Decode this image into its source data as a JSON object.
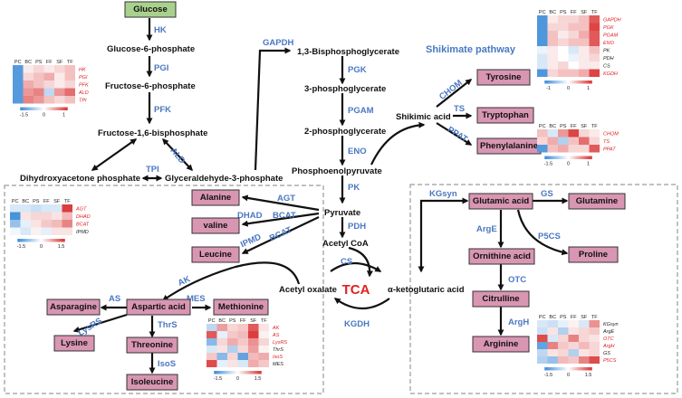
{
  "metabolites": {
    "glucose": "Glucose",
    "glucose_6_phosphate": "Glucose-6-phosphate",
    "fructose_6_phosphate": "Fructose-6-phosphate",
    "fructose_1_6_bisphosphate": "Fructose-1,6-bisphosphate",
    "dihydroxyacetone_phosphate": "Dihydroxyacetone phosphate",
    "glyceraldehyde_3_phosphate": "Glyceraldehyde-3-phosphate",
    "bisphosphoglycerate": "1,3-Bisphosphoglycerate",
    "phosphoglycerate_3": "3-phosphoglycerate",
    "phosphoglycerate_2": "2-phosphoglycerate",
    "phosphoenolpyruvate": "Phosphoenolpyruvate",
    "pyruvate": "Pyruvate",
    "acetyl_coa": "Acetyl CoA",
    "acetyl_oxalate": "Acetyl oxalate",
    "ketoglutaric_acid": "α-ketoglutaric acid",
    "shikimic_acid": "Shikimic acid",
    "tca": "TCA"
  },
  "boxes": {
    "tyrosine": "Tyrosine",
    "tryptophan": "Tryptophan",
    "phenylalanine": "Phenylalanine",
    "alanine": "Alanine",
    "valine": "valine",
    "leucine": "Leucine",
    "asparagine": "Asparagine",
    "aspartic_acid": "Aspartic acid",
    "methionine": "Methionine",
    "lysine": "Lysine",
    "threonine": "Threonine",
    "isoleucine": "Isoleucine",
    "glutamic_acid": "Glutamic acid",
    "glutamine": "Glutamine",
    "proline": "Proline",
    "ornithine_acid": "Ornithine acid",
    "citrulline": "Citrulline",
    "arginine": "Arginine"
  },
  "enzymes": {
    "hk": "HK",
    "pgi": "PGI",
    "pfk": "PFK",
    "ald": "ALD",
    "tpi": "TPI",
    "gapdh": "GAPDH",
    "pgk": "PGK",
    "pgam": "PGAM",
    "eno": "ENO",
    "pk": "PK",
    "pdh": "PDH",
    "cs": "CS",
    "kgdh": "KGDH",
    "chom": "CHOM",
    "ts": "TS",
    "ppat": "PPAT",
    "agt": "AGT",
    "dhad": "DHAD",
    "bcat_1": "BCAT",
    "ipmd": "IPMD",
    "bcat_2": "BCAT",
    "ak": "AK",
    "as": "AS",
    "mes": "MES",
    "lysrs": "LysRS",
    "thrs": "ThrS",
    "isos": "IsoS",
    "kgsyn": "KGsyn",
    "gs": "GS",
    "p5cs": "P5CS",
    "arge": "ArgE",
    "otc": "OTC",
    "argh": "ArgH"
  },
  "pathway_title": "Shikimate pathway",
  "heatmap_columns": [
    "PC",
    "BC",
    "PS",
    "FF",
    "SF",
    "TF"
  ],
  "colors": {
    "red": "#d93030",
    "white": "#ffffff",
    "blue": "#3b8bd8",
    "metabolite_box": "#d896b2",
    "glucose_box": "#a9d18e",
    "enzyme_text": "#4a78c2",
    "highlight_gene": "#e02020"
  },
  "heatmaps": [
    {
      "id": "glycolysis-early",
      "scale": {
        "min_label": "-1.5",
        "mid_label": "0",
        "max_label": "1"
      },
      "rows": [
        {
          "gene": "HK",
          "highlight": true,
          "values": [
            -1.3,
            0.1,
            0.2,
            0.1,
            0.2,
            0.3
          ]
        },
        {
          "gene": "PGI",
          "highlight": true,
          "values": [
            -1.3,
            0.2,
            0.3,
            0.4,
            0.1,
            0.3
          ]
        },
        {
          "gene": "PFK",
          "highlight": true,
          "values": [
            -1.3,
            0.4,
            0.3,
            0.2,
            0.1,
            0.2
          ]
        },
        {
          "gene": "ALD",
          "highlight": true,
          "values": [
            -1.3,
            0.5,
            0.6,
            -0.5,
            0.5,
            0.7
          ]
        },
        {
          "gene": "TPI",
          "highlight": true,
          "values": [
            -1.3,
            0.6,
            0.5,
            0.3,
            0.2,
            0.3
          ]
        }
      ]
    },
    {
      "id": "glycolysis-late",
      "scale": {
        "min_label": "-1",
        "mid_label": "0",
        "max_label": "1"
      },
      "rows": [
        {
          "gene": "GAPDH",
          "highlight": true,
          "values": [
            -0.9,
            0.1,
            0.2,
            0.2,
            0.3,
            0.8
          ]
        },
        {
          "gene": "PGK",
          "highlight": true,
          "values": [
            -0.9,
            0.2,
            0.2,
            0.3,
            0.3,
            0.9
          ]
        },
        {
          "gene": "PGAM",
          "highlight": true,
          "values": [
            -0.9,
            0.3,
            0.1,
            0.2,
            0.4,
            0.8
          ]
        },
        {
          "gene": "ENO",
          "highlight": true,
          "values": [
            -0.9,
            0.3,
            0.2,
            0.3,
            0.3,
            0.8
          ]
        },
        {
          "gene": "PK",
          "highlight": false,
          "values": [
            -0.1,
            0.1,
            0.0,
            -0.2,
            0.1,
            0.3
          ]
        },
        {
          "gene": "PDH",
          "highlight": false,
          "values": [
            -0.2,
            0.1,
            0.0,
            -0.1,
            0.1,
            0.2
          ]
        },
        {
          "gene": "CS",
          "highlight": false,
          "values": [
            -0.2,
            0.1,
            0.2,
            0.0,
            0.1,
            0.1
          ]
        },
        {
          "gene": "KGDH",
          "highlight": true,
          "values": [
            -0.9,
            0.2,
            0.3,
            0.3,
            0.4,
            0.9
          ]
        }
      ]
    },
    {
      "id": "shikimate",
      "scale": {
        "min_label": "-1.5",
        "mid_label": "0",
        "max_label": "1"
      },
      "rows": [
        {
          "gene": "CHOM",
          "highlight": true,
          "values": [
            0.3,
            -0.3,
            0.5,
            0.9,
            0.2,
            0.1
          ]
        },
        {
          "gene": "TS",
          "highlight": true,
          "values": [
            0.2,
            0.4,
            -0.6,
            0.3,
            0.7,
            0.2
          ]
        },
        {
          "gene": "PPAT",
          "highlight": true,
          "values": [
            -1.3,
            0.3,
            0.4,
            0.2,
            0.2,
            0.8
          ]
        }
      ]
    },
    {
      "id": "branched-chain",
      "scale": {
        "min_label": "-1.5",
        "mid_label": "0",
        "max_label": "1.5"
      },
      "rows": [
        {
          "gene": "AGT",
          "highlight": true,
          "values": [
            -0.3,
            -0.3,
            -0.4,
            -0.3,
            -0.3,
            1.4
          ]
        },
        {
          "gene": "DHAD",
          "highlight": true,
          "values": [
            -1.4,
            0.2,
            0.3,
            0.3,
            0.2,
            0.5
          ]
        },
        {
          "gene": "BCAT",
          "highlight": true,
          "values": [
            -0.8,
            -0.2,
            0.2,
            0.4,
            0.5,
            0.9
          ]
        },
        {
          "gene": "IPMD",
          "highlight": false,
          "values": [
            -0.1,
            -0.3,
            0.1,
            -0.2,
            0.2,
            0.2
          ]
        }
      ]
    },
    {
      "id": "aspartate-family",
      "scale": {
        "min_label": "-1.5",
        "mid_label": "0",
        "max_label": "1.5"
      },
      "rows": [
        {
          "gene": "AK",
          "highlight": true,
          "values": [
            -0.5,
            0.7,
            0.3,
            0.4,
            1.2,
            0.2
          ]
        },
        {
          "gene": "AS",
          "highlight": true,
          "values": [
            1.2,
            -0.2,
            0.4,
            0.5,
            1.4,
            0.1
          ]
        },
        {
          "gene": "LysRS",
          "highlight": true,
          "values": [
            -0.9,
            0.3,
            0.6,
            0.4,
            0.8,
            0.3
          ]
        },
        {
          "gene": "ThrS",
          "highlight": false,
          "values": [
            -0.3,
            0.2,
            -0.6,
            0.3,
            0.7,
            0.1
          ]
        },
        {
          "gene": "IsoS",
          "highlight": true,
          "values": [
            0.4,
            -0.9,
            0.3,
            -1.2,
            0.5,
            0.6
          ]
        },
        {
          "gene": "MES",
          "highlight": false,
          "values": [
            1.3,
            -0.2,
            0.2,
            -0.3,
            0.6,
            0.4
          ]
        }
      ]
    },
    {
      "id": "glutamate-family",
      "scale": {
        "min_label": "-1.5",
        "mid_label": "0",
        "max_label": "1.5"
      },
      "rows": [
        {
          "gene": "KGsyn",
          "highlight": false,
          "values": [
            -0.3,
            -0.4,
            -0.2,
            0.1,
            -0.3,
            0.8
          ]
        },
        {
          "gene": "ArgE",
          "highlight": false,
          "values": [
            -0.4,
            0.2,
            -0.6,
            0.2,
            0.3,
            0.4
          ]
        },
        {
          "gene": "OTC",
          "highlight": true,
          "values": [
            1.3,
            -0.3,
            0.3,
            0.9,
            0.3,
            0.2
          ]
        },
        {
          "gene": "ArgH",
          "highlight": true,
          "values": [
            -1.2,
            0.9,
            0.4,
            0.3,
            0.5,
            0.3
          ]
        },
        {
          "gene": "GS",
          "highlight": false,
          "values": [
            -0.5,
            0.2,
            0.3,
            -0.6,
            0.2,
            0.3
          ]
        },
        {
          "gene": "P5CS",
          "highlight": true,
          "values": [
            -0.6,
            -0.8,
            0.5,
            0.4,
            0.9,
            1.3
          ]
        }
      ]
    }
  ]
}
